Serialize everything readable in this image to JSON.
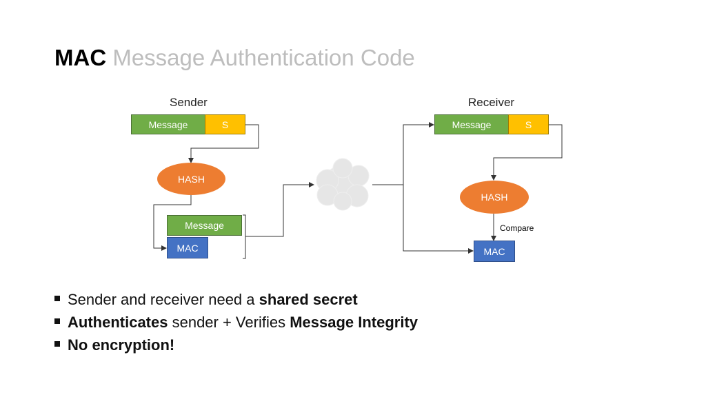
{
  "title": {
    "strong": "MAC",
    "light": "Message Authentication Code"
  },
  "diagram": {
    "sender": {
      "label": "Sender",
      "message": "Message",
      "secret": "S",
      "hash": "HASH",
      "out_message": "Message",
      "out_mac": "MAC"
    },
    "receiver": {
      "label": "Receiver",
      "message": "Message",
      "secret": "S",
      "hash": "HASH",
      "compare": "Compare",
      "mac": "MAC"
    }
  },
  "bullets": [
    {
      "a": "Sender and receiver need a ",
      "b": "shared secret",
      "c": "",
      "d": ""
    },
    {
      "a": "",
      "b": "Authenticates",
      "c": " sender + Verifies ",
      "d": "Message Integrity"
    },
    {
      "a": "",
      "b": "No encryption!",
      "c": "",
      "d": ""
    }
  ],
  "colors": {
    "message": "#70ad47",
    "secret": "#ffc000",
    "hash": "#ed7d31",
    "mac": "#4472c4",
    "cloud": "#e6e6e6"
  }
}
